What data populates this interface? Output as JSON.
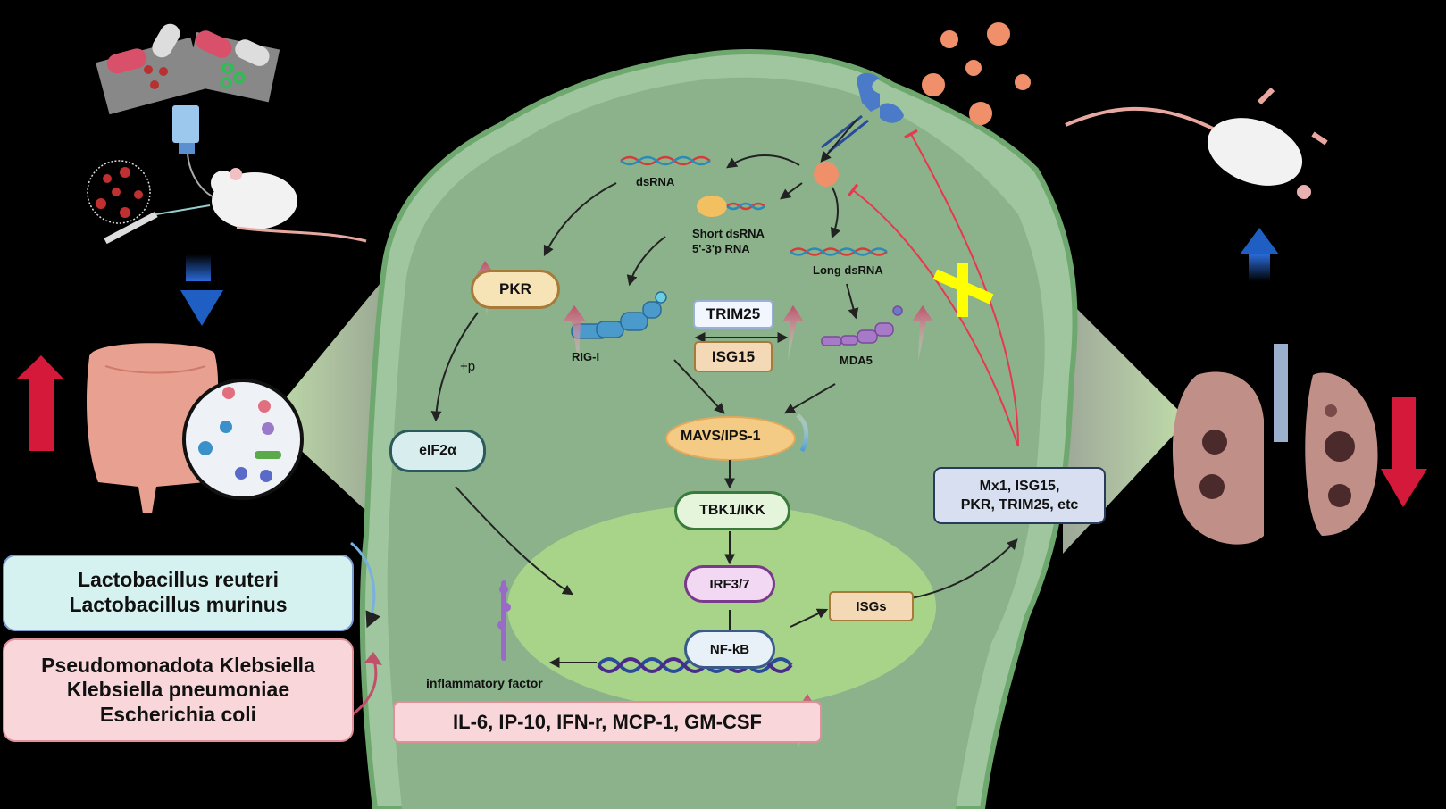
{
  "colors": {
    "background": "#000000",
    "cell_outer": "#8fb58f",
    "cell_border": "#6fa86f",
    "cell_inner": "#8bb28b",
    "nucleus": "#a8d48a",
    "up_arrow": "#d4193a",
    "blue_arrow": "#1f5fc4",
    "inhibit": "#e8384f",
    "x_mark": "#ffff00"
  },
  "pathway": {
    "dsrna_label": "dsRNA",
    "short_dsrna_label_1": "Short dsRNA",
    "short_dsrna_label_2": "5'-3'p RNA",
    "long_dsrna_label": "Long dsRNA",
    "pkr": "PKR",
    "rig_i": "RIG-I",
    "mda5": "MDA5",
    "trim25": "TRIM25",
    "isg15": "ISG15",
    "phosphorylation": "+p",
    "eif2a": "eIF2α",
    "mavs": "MAVS/IPS-1",
    "tbk1": "TBK1/IKK",
    "irf": "IRF3/7",
    "nfkb": "NF-kB",
    "isgs": "ISGs",
    "isg_products_1": "Mx1, ISG15,",
    "isg_products_2": "PKR, TRIM25, etc",
    "inflammatory_label": "inflammatory factor",
    "cytokines": "IL-6, IP-10, IFN-r, MCP-1, GM-CSF"
  },
  "bacteria": {
    "beneficial": [
      "Lactobacillus reuteri",
      "Lactobacillus murinus"
    ],
    "harmful": [
      "Pseudomonadota Klebsiella",
      "Klebsiella pneumoniae",
      "Escherichia coli"
    ]
  },
  "icons": {
    "capsules": "probiotic-capsules",
    "mouse_left": "mouse-gavage",
    "intestine": "intestine",
    "microbiota": "gut-microbiota",
    "virus": "virus-particles",
    "receptor": "ace2-receptor",
    "mouse_right": "sick-mouse",
    "lungs": "infected-lungs"
  }
}
